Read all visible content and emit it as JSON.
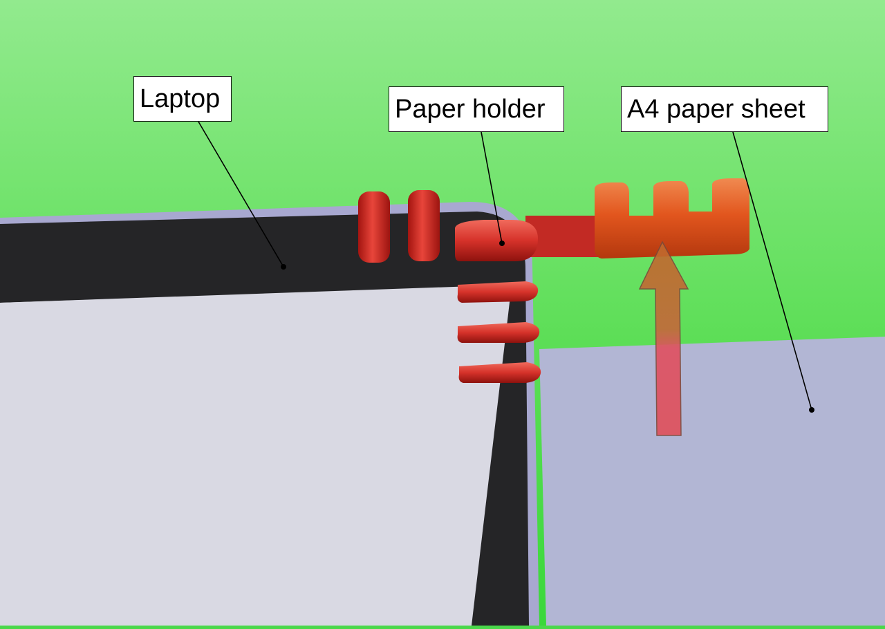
{
  "labels": {
    "laptop": "Laptop",
    "paper_holder": "Paper holder",
    "a4_paper_sheet": "A4 paper sheet"
  },
  "colors": {
    "background_green": "#4ad84a",
    "laptop_bezel": "#252527",
    "laptop_screen": "#d9d9e3",
    "laptop_rim": "#a8a8d0",
    "paper_sheet": "#b2b6d4",
    "holder_red": "#d02a22",
    "holder_orange": "#e25a20",
    "arrow_red": "#e0505a",
    "arrow_brown": "#b06a30"
  },
  "icons": {
    "direction_arrow": "up-arrow-icon"
  }
}
